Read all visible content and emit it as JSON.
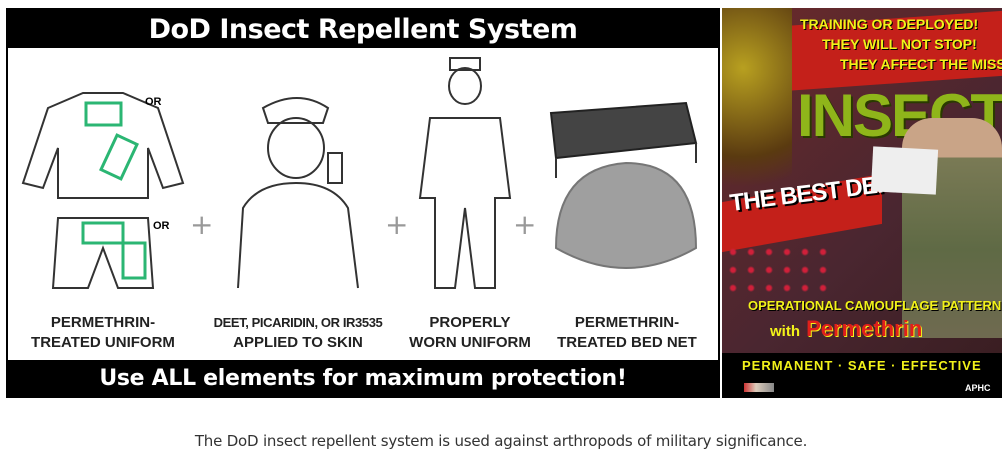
{
  "infographic": {
    "title": "DoD Insect Repellent System",
    "elements": [
      {
        "label_line1": "PERMETHRIN-",
        "label_line2": "TREATED UNIFORM",
        "or_1": "OR",
        "or_2": "OR"
      },
      {
        "label_line1": "DEET, PICARIDIN, OR IR3535",
        "label_line2": "APPLIED TO SKIN"
      },
      {
        "label_line1": "PROPERLY",
        "label_line2": "WORN UNIFORM"
      },
      {
        "label_line1": "PERMETHRIN-",
        "label_line2": "TREATED BED NET"
      }
    ],
    "plus_sign": "+",
    "footer": "Use ALL elements for maximum protection!"
  },
  "poster": {
    "banner_lines": [
      "TRAINING OR DEPLOYED!",
      "THEY WILL NOT STOP!",
      "THEY AFFECT THE MISSION!"
    ],
    "headline": "INSECTS",
    "subheadline": "THE BEST DEFENSE!",
    "product_line1": "OPERATIONAL CAMOUFLAGE PATTERN",
    "product_line2_prefix": "with",
    "product_line2_highlight": "Permethrin",
    "tagline": "PERMANENT · SAFE · EFFECTIVE",
    "footer_logo": "APHC",
    "colors": {
      "yellow": "#f2f21a",
      "red": "#d3201a",
      "green": "#8fb51a",
      "maroon": "#5a2a2e"
    }
  },
  "caption": "The DoD insect repellent system is used against arthropods of military significance."
}
